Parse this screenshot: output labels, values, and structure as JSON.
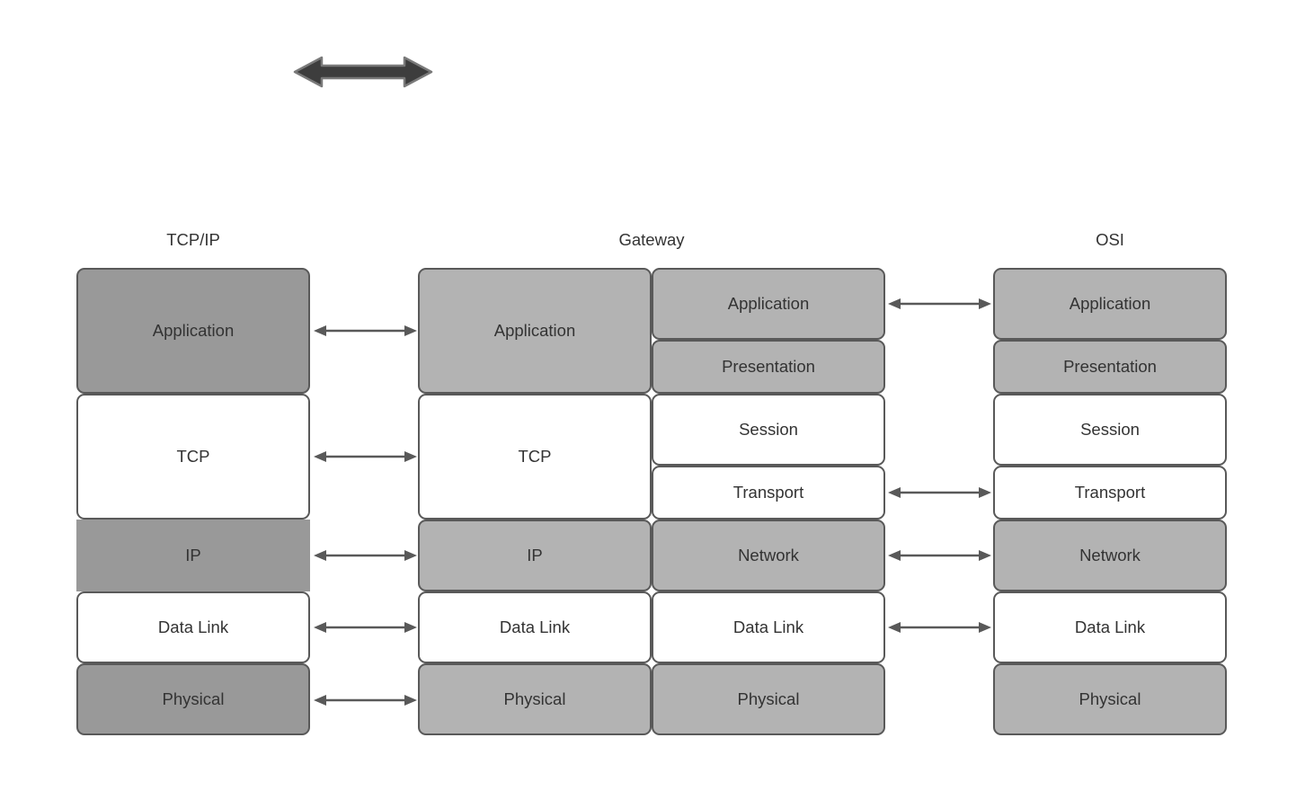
{
  "colors": {
    "background": "#ffffff",
    "box_dark_gray": "#999999",
    "box_light_gray": "#b3b3b3",
    "box_white": "#ffffff",
    "box_border": "#595959",
    "connector_arrow": "#595959",
    "thick_arrow_fill": "#3d3d3d",
    "thick_arrow_outline": "#7a7a7a",
    "text": "#333333"
  },
  "icons": {
    "top_arrow": "double-headed-arrow"
  },
  "headers": {
    "tcpip": "TCP/IP",
    "gateway": "Gateway",
    "osi": "OSI"
  },
  "stacks": {
    "tcpip": {
      "layers": [
        {
          "label": "Application",
          "shade": "dark"
        },
        {
          "label": "TCP",
          "shade": "white"
        },
        {
          "label": "IP",
          "shade": "dark"
        },
        {
          "label": "Data Link",
          "shade": "white"
        },
        {
          "label": "Physical",
          "shade": "dark"
        }
      ]
    },
    "gateway_left": {
      "layers": [
        {
          "label": "Application",
          "shade": "light"
        },
        {
          "label": "TCP",
          "shade": "white"
        },
        {
          "label": "IP",
          "shade": "light"
        },
        {
          "label": "Data Link",
          "shade": "white"
        },
        {
          "label": "Physical",
          "shade": "light"
        }
      ]
    },
    "gateway_right": {
      "layers": [
        {
          "label": "Application",
          "shade": "light"
        },
        {
          "label": "Presentation",
          "shade": "light"
        },
        {
          "label": "Session",
          "shade": "white"
        },
        {
          "label": "Transport",
          "shade": "white"
        },
        {
          "label": "Network",
          "shade": "light"
        },
        {
          "label": "Data Link",
          "shade": "white"
        },
        {
          "label": "Physical",
          "shade": "light"
        }
      ]
    },
    "osi": {
      "layers": [
        {
          "label": "Application",
          "shade": "light"
        },
        {
          "label": "Presentation",
          "shade": "light"
        },
        {
          "label": "Session",
          "shade": "white"
        },
        {
          "label": "Transport",
          "shade": "white"
        },
        {
          "label": "Network",
          "shade": "light"
        },
        {
          "label": "Data Link",
          "shade": "white"
        },
        {
          "label": "Physical",
          "shade": "light"
        }
      ]
    }
  },
  "connections": {
    "tcpip_to_gateway": [
      "Application",
      "TCP",
      "IP",
      "Data Link",
      "Physical"
    ],
    "gateway_to_osi": [
      "Application",
      "Transport",
      "Network",
      "Data Link"
    ]
  }
}
